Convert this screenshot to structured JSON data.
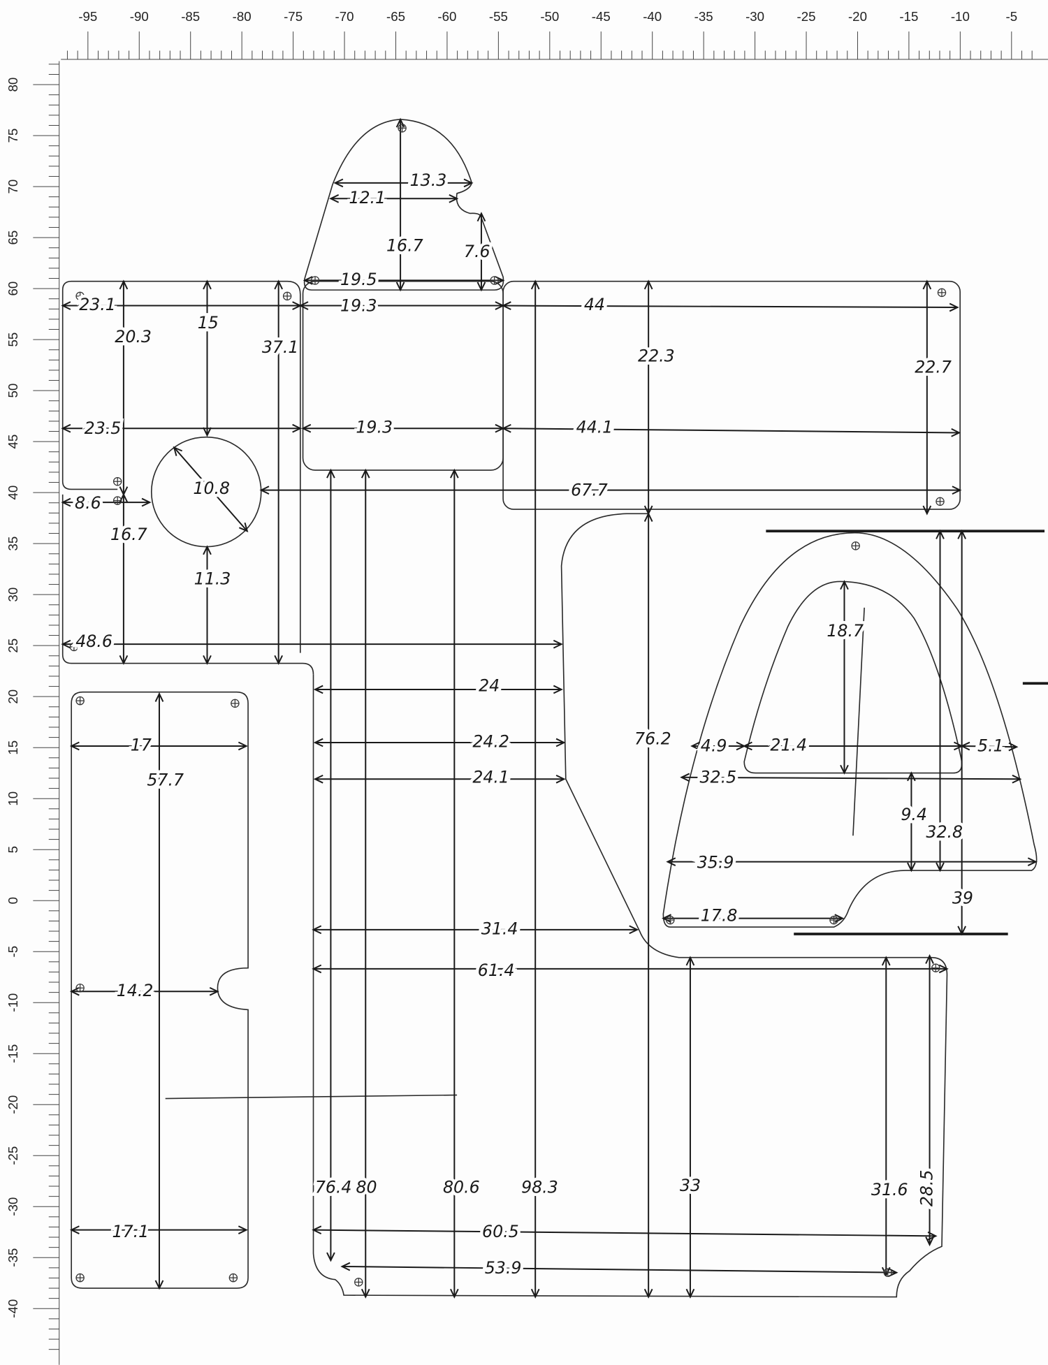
{
  "rulers": {
    "x_labels": [
      "-95",
      "-90",
      "-85",
      "-80",
      "-75",
      "-70",
      "-65",
      "-60",
      "-55",
      "-50",
      "-45",
      "-40",
      "-35",
      "-30",
      "-25",
      "-20",
      "-15",
      "-10",
      "-5"
    ],
    "y_labels": [
      "80",
      "75",
      "70",
      "65",
      "60",
      "55",
      "50",
      "45",
      "40",
      "35",
      "30",
      "25",
      "20",
      "15",
      "10",
      "5",
      "0",
      "-5",
      "-10",
      "-15",
      "-20",
      "-25",
      "-30",
      "-35",
      "-40"
    ]
  },
  "top_piece": {
    "w_upper": "13.3",
    "w_mid": "12.1",
    "height": "16.7",
    "notch_h": "7.6",
    "base": "19.5"
  },
  "left_block": {
    "top_w": "23.1",
    "h1": "20.3",
    "h2": "15",
    "h3": "37.1",
    "mid_w": "23.5",
    "small_w": "8.6",
    "circle_d": "10.8",
    "h4": "16.7",
    "h5": "11.3",
    "bottom_w": "48.6"
  },
  "center_block": {
    "top_w": "19.3",
    "mid_w": "19.3"
  },
  "right_block": {
    "top_w": "44",
    "mid_w": "44.1",
    "h_left": "22.3",
    "h_right": "22.7",
    "long_w": "67.7"
  },
  "main_piece": {
    "w1": "24",
    "w2": "24.2",
    "w3": "24.1",
    "h_center": "76.2",
    "w4": "31.4",
    "w5": "61.4",
    "h1": "76.4",
    "h2": "80",
    "h3": "80.6",
    "h4": "98.3",
    "h5": "33",
    "h6": "31.6",
    "h7": "28.5",
    "w6": "60.5",
    "w7": "53.9"
  },
  "left_strip": {
    "top_w": "17",
    "height": "57.7",
    "notch_w": "14.2",
    "bottom_w": "17.1"
  },
  "arch_piece": {
    "window_h": "18.7",
    "left_margin": "4.9",
    "window_w": "21.4",
    "right_margin": "5.1",
    "w1": "32.5",
    "h1": "9.4",
    "h2": "32.8",
    "w2": "35.9",
    "h3": "39",
    "base_w": "17.8"
  }
}
